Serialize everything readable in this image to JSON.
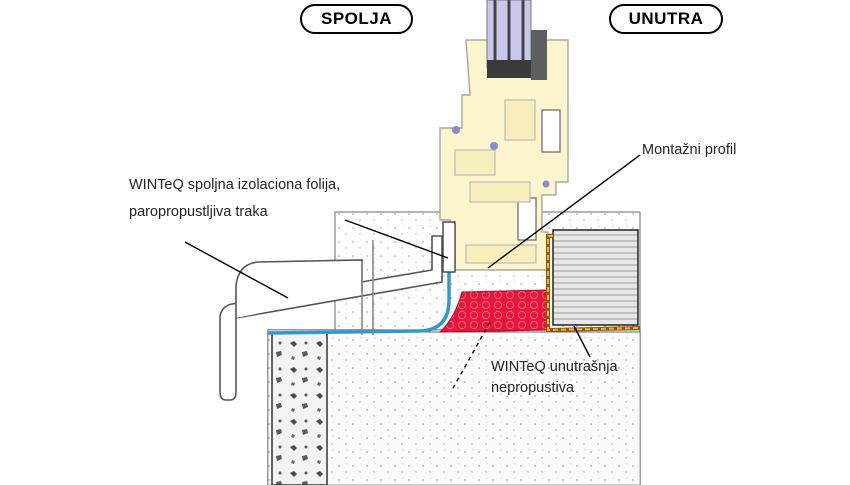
{
  "zones": {
    "outside": "SPOLJA",
    "inside": "UNUTRA"
  },
  "callouts": {
    "outer_foil": [
      "WINTeQ spoljna izolaciona folija,",
      "paropropustljiva traka"
    ],
    "mounting_profile": "Montažni profil",
    "inner_seal": [
      "WINTeQ unutrašnja",
      "nepropustiva"
    ]
  },
  "colors": {
    "frame": "#fbf4cd",
    "glass": "#c9c7ea",
    "foam": "#e8163c",
    "foil": "#3399cc",
    "concrete": "#f6f6f6",
    "insulation": "#dcdcdc"
  }
}
